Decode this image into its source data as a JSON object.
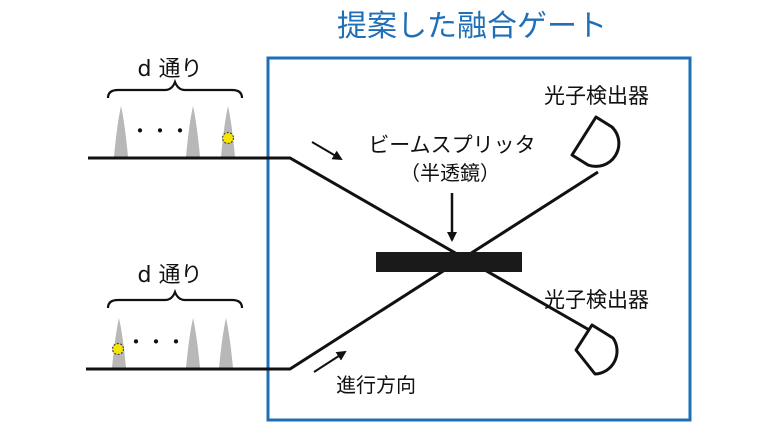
{
  "title": "提案した融合ゲート",
  "labels": {
    "modes_top": "d 通り",
    "modes_bottom": "d 通り",
    "ellipsis": "・・・",
    "beam_splitter": "ビームスプリッタ",
    "beam_splitter_sub": "（半透鏡）",
    "detector_top": "光子検出器",
    "detector_bottom": "光子検出器",
    "direction": "進行方向"
  },
  "colors": {
    "frame": "#1f6fb8",
    "title": "#1f6fb8",
    "line": "#111111",
    "pulse": "#b8b8b8",
    "photon": "#f5e600"
  }
}
